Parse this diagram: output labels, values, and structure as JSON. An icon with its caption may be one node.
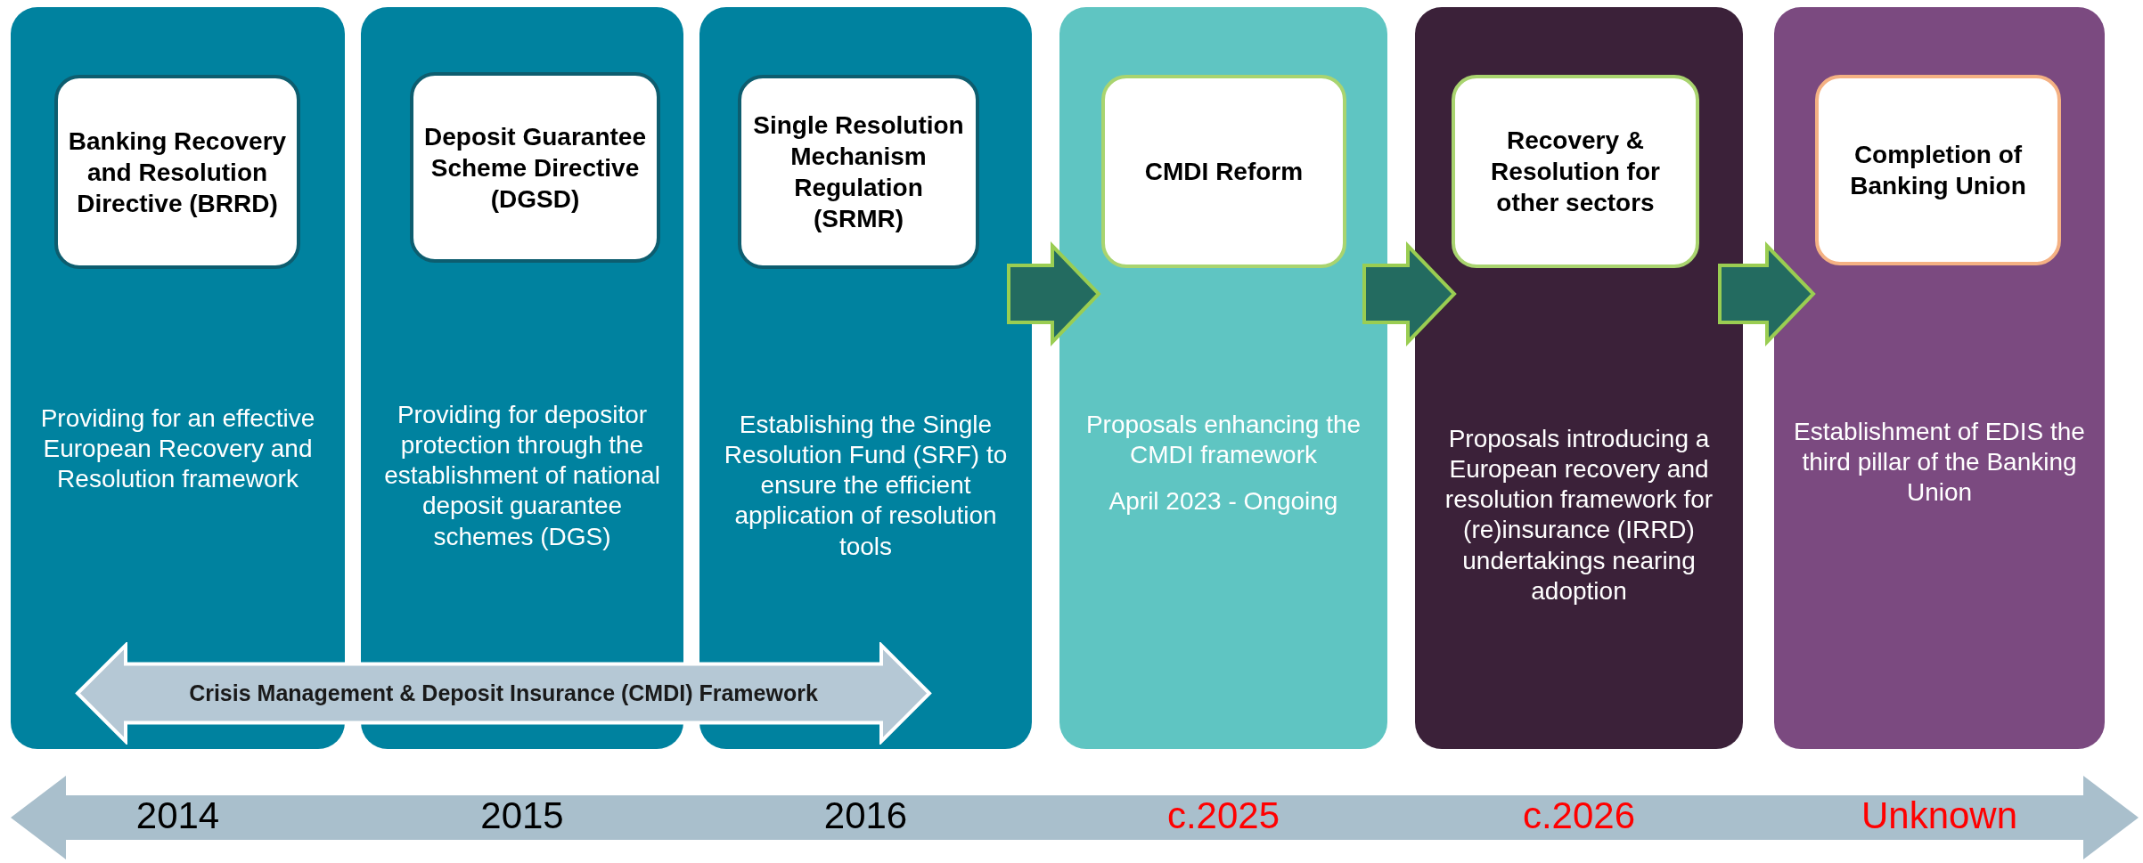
{
  "diagram": {
    "nodes": [
      {
        "text": [
          "Providing for an effective European Recovery and Resolution framework"
        ],
        "beside": [
          "2014"
        ]
      },
      {
        "text": [
          "Banking Recovery and Resolution Directive (BRRD)"
        ],
        "in": 0
      },
      {
        "text": [
          "Providing for depositor protection through the establishment of national deposit guarantee schemes (DGS)"
        ],
        "beside": [
          "2015"
        ]
      },
      {
        "text": [
          "Deposit Guarantee Scheme Directive (DGSD)"
        ],
        "in": 2
      },
      {
        "text": [
          "Establishing the Single Resolution Fund (SRF) to ensure the efficient application of resolution tools"
        ],
        "beside": [
          "2016"
        ]
      },
      {
        "text": [
          "Single Resolution Mechanism Regulation (SRMR)"
        ],
        "in": 4
      },
      {
        "text": [
          "Proposals enhancing the CMDI framework",
          "April 2023 - Ongoing"
        ],
        "beside": [
          "c.2025"
        ]
      },
      {
        "text": [
          "CMDI Reform"
        ],
        "in": 6
      },
      {
        "text": [
          "Proposals introducing a European recovery and resolution framework for (re)insurance (IRRD) undertakings nearing adoption"
        ],
        "beside": [
          "c.2026"
        ]
      },
      {
        "text": [
          "Recovery & Resolution for other sectors"
        ],
        "in": 8
      },
      {
        "text": [
          "Establishment of EDIS the third pillar of the Banking Union"
        ],
        "beside": [
          "Unknown"
        ]
      },
      {
        "text": [
          "Completion of Banking Union"
        ],
        "in": 10
      },
      {
        "text": [
          "Crisis Management & Deposit Insurance (CMDI) Framework"
        ]
      }
    ],
    "edges": [
      {
        "from": 4,
        "to": 6,
        "arrow": "to"
      },
      {
        "from": 6,
        "to": 8,
        "arrow": "to"
      },
      {
        "from": 8,
        "to": 10,
        "arrow": "to"
      }
    ]
  }
}
